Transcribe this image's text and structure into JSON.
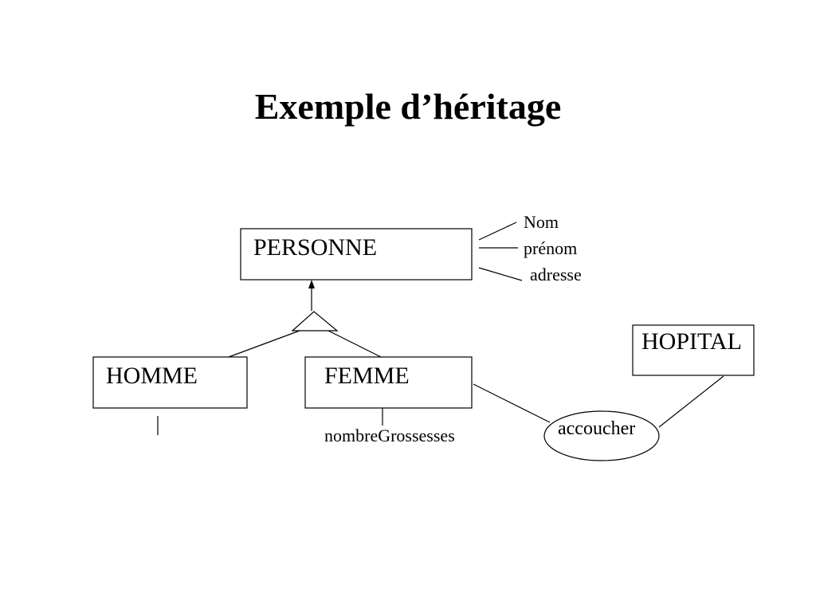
{
  "slide": {
    "title": "Exemple d’héritage"
  },
  "entities": {
    "personne": "PERSONNE",
    "homme": "HOMME",
    "femme": "FEMME",
    "hopital": "HOPITAL"
  },
  "attributes": {
    "nom": "Nom",
    "prenom": "prénom",
    "adresse": "adresse",
    "nombre_grossesses": "nombreGrossesses"
  },
  "association": {
    "label": "accoucher"
  }
}
